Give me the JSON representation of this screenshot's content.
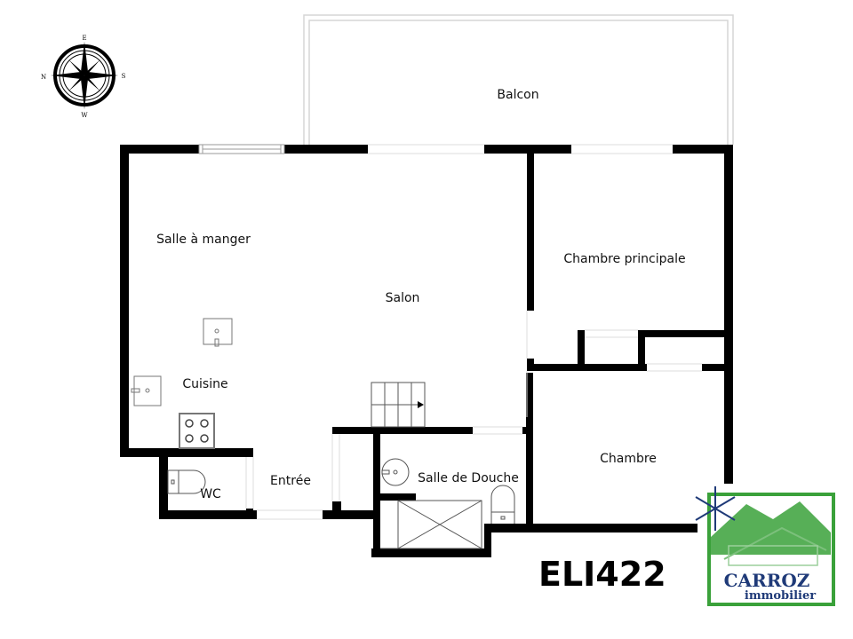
{
  "floorplan": {
    "reference_code": "ELI422",
    "rooms": {
      "balcon": "Balcon",
      "salle_a_manger": "Salle à manger",
      "salon": "Salon",
      "chambre_principale": "Chambre principale",
      "cuisine": "Cuisine",
      "wc": "WC",
      "entree": "Entrée",
      "salle_de_douche": "Salle de Douche",
      "chambre": "Chambre"
    },
    "compass": {
      "top": "E",
      "right": "S",
      "bottom": "W",
      "left": "N"
    },
    "icons": [
      "compass-rose-icon",
      "sink-icon",
      "stove-icon",
      "toilet-icon",
      "shower-icon",
      "stairs-icon"
    ]
  },
  "logo": {
    "name": "CARROZ",
    "subtitle": "immobilier",
    "brand_green": "#3aa13a",
    "brand_blue": "#1f3a78"
  },
  "colors": {
    "wall": "#000000",
    "window": "#bdbdbd",
    "background": "#ffffff"
  }
}
